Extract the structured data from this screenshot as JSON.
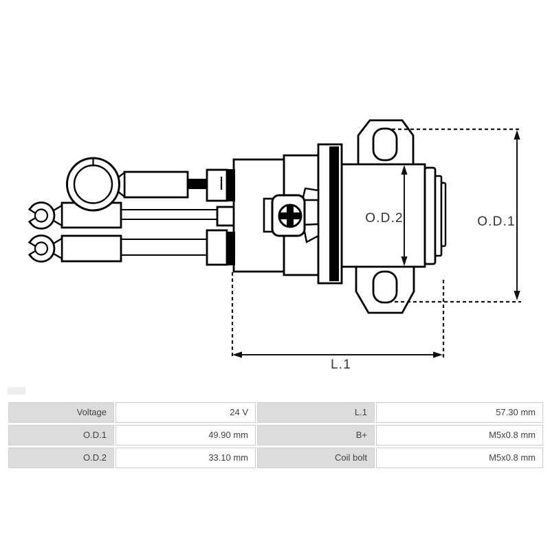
{
  "diagram": {
    "dim_labels": {
      "od2": "O.D.2",
      "od1": "O.D.1",
      "l1": "L.1"
    }
  },
  "table": {
    "rows": [
      {
        "c0": "Voltage",
        "c1": "24 V",
        "c2": "L.1",
        "c3": "57.30 mm"
      },
      {
        "c0": "O.D.1",
        "c1": "49.90 mm",
        "c2": "B+",
        "c3": "M5x0.8 mm"
      },
      {
        "c0": "O.D.2",
        "c1": "33.10 mm",
        "c2": "Coil bolt",
        "c3": "M5x0.8 mm"
      }
    ]
  },
  "colors": {
    "drawing_line": "#000000",
    "label_cell_bg": "#dcdcdc",
    "value_cell_border": "#cccccc",
    "text": "#3f3f3f"
  }
}
